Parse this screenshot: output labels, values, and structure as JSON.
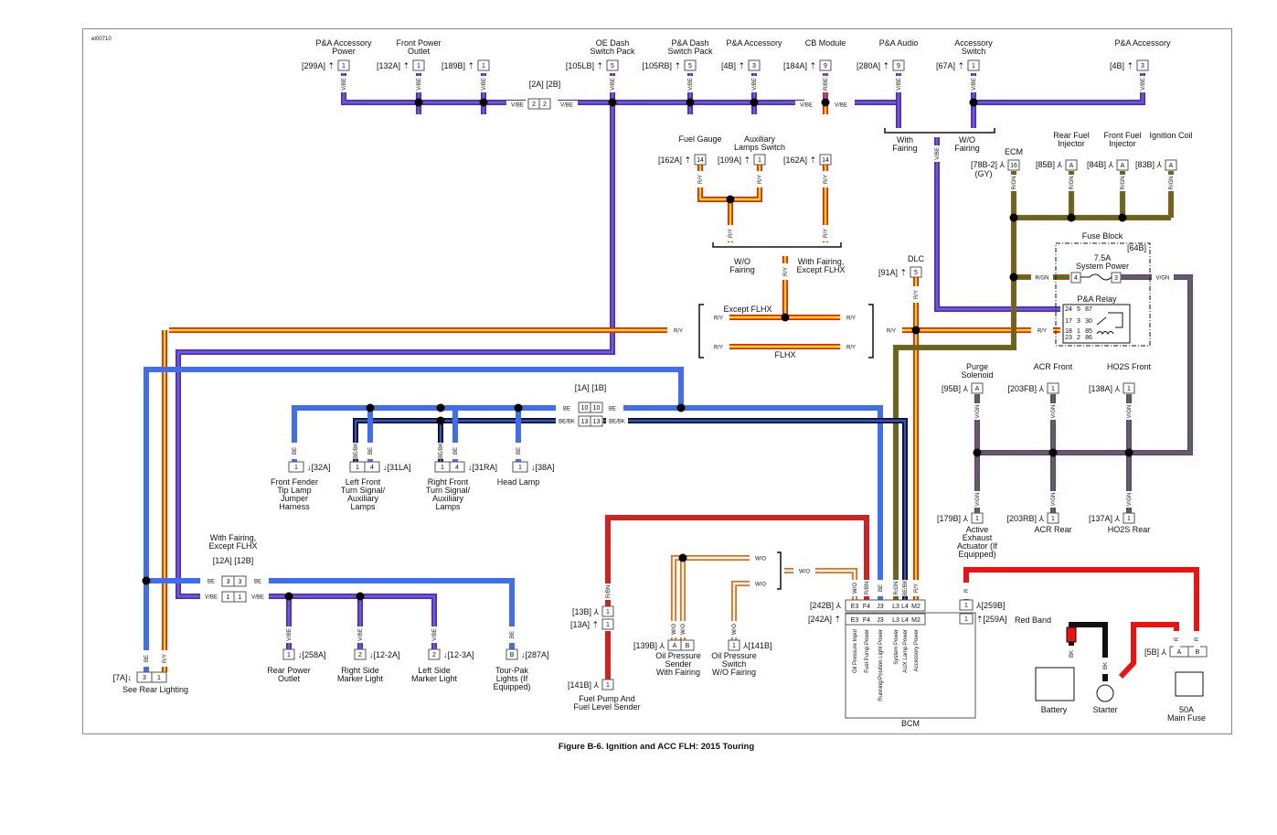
{
  "figure_id": "et00710",
  "caption": "Figure B-6. Ignition and ACC FLH: 2015 Touring",
  "wire_colors": {
    "V/BE": {
      "outer": "#7a1fa2",
      "inner": "#3f6ff0"
    },
    "R/Y": {
      "outer": "#ee1c1c",
      "inner": "#ffe600"
    },
    "R/GN": {
      "outer": "#c0441b",
      "inner": "#1a8a1a"
    },
    "V/GN": {
      "outer": "#8e2a9e",
      "inner": "#2a8a2a"
    },
    "BE": {
      "outer": "#3f6ff0",
      "inner": "#3f6ff0"
    },
    "BE/BK": {
      "outer": "#111111",
      "inner": "#2a55d8"
    },
    "R/BN": {
      "outer": "#d42020",
      "inner": "#d42020"
    },
    "W/O": {
      "outer": "#ee6a10",
      "inner": "#ffffff"
    },
    "R": {
      "outer": "#ee1111",
      "inner": "#ee1111"
    },
    "BK": {
      "outer": "#111111",
      "inner": "#111111"
    }
  },
  "top_connectors": [
    {
      "name": "P&A Accessory Power",
      "ref": "[299A]",
      "pin": "1",
      "wire": "V/BE"
    },
    {
      "name": "Front Power Outlet",
      "ref": "[132A]",
      "pin": "1",
      "wire": "V/BE"
    },
    {
      "name": "",
      "ref": "[189B]",
      "pin": "1",
      "wire": "V/BE"
    },
    {
      "name": "OE Dash Switch Pack",
      "ref": "[105LB]",
      "pin": "5",
      "wire": "V/BE"
    },
    {
      "name": "P&A Dash Switch Pack",
      "ref": "[105RB]",
      "pin": "5",
      "wire": "V/BE"
    },
    {
      "name": "P&A Accessory",
      "ref": "[4B]",
      "pin": "3",
      "wire": "V/BE"
    },
    {
      "name": "CB Module",
      "ref": "[184A]",
      "pin": "9",
      "wire": "R/BE"
    },
    {
      "name": "P&A Audio",
      "ref": "[280A]",
      "pin": "9",
      "wire": "V/BE"
    },
    {
      "name": "Accessory Switch",
      "ref": "[67A]",
      "pin": "1",
      "wire": "V/BE"
    },
    {
      "name": "P&A Accessory",
      "ref": "[4B]",
      "pin": "3",
      "wire": "V/BE"
    }
  ],
  "inline_2": {
    "refs": "[2A] [2B]",
    "pin": "2",
    "wire_left": "V/BE",
    "wire_right": "V/BE"
  },
  "fairing_split": {
    "with": "With Fairing",
    "without": "W/O Fairing",
    "wire": "V/BE"
  },
  "fuel_group": [
    {
      "name": "Fuel Gauge",
      "ref": "[162A]",
      "pin": "14",
      "wire": "R/Y"
    },
    {
      "name": "Auxiliary Lamps Switch",
      "ref": "[109A]",
      "pin": "1",
      "wire": "R/Y"
    },
    {
      "name": "",
      "ref": "[162A]",
      "pin": "14",
      "wire": "R/Y"
    }
  ],
  "fuel_split": {
    "without": "W/O Fairing",
    "with": "With Fairing, Except FLHX",
    "wire": "R/Y"
  },
  "flhx_block": {
    "top": "Except FLHX",
    "bottom": "FLHX",
    "wire": "R/Y"
  },
  "dlc": {
    "name": "DLC",
    "ref": "[91A]",
    "pin": "5",
    "wire": "R/Y"
  },
  "ecm_group": [
    {
      "name": "ECM",
      "ref": "[78B-2]",
      "sub": "(GY)",
      "pin": "16",
      "wire": "R/GN"
    },
    {
      "name": "Rear Fuel Injector",
      "ref": "[85B]",
      "pin": "A",
      "wire": "R/GN"
    },
    {
      "name": "Front Fuel Injector",
      "ref": "[84B]",
      "pin": "A",
      "wire": "R/GN"
    },
    {
      "name": "Ignition Coil",
      "ref": "[83B]",
      "pin": "A",
      "wire": "R/GN"
    }
  ],
  "fuse_block": {
    "title": "Fuse Block",
    "ref": "[64B]",
    "fuse_rating": "7.5A",
    "fuse_name": "System Power",
    "fuse_pins": [
      "4",
      "3"
    ],
    "wire_in": "R/GN",
    "wire_out": "V/GN",
    "relay_title": "P&A Relay",
    "relay_pins_a": [
      "24",
      "17",
      "18",
      "23"
    ],
    "relay_pins_b": [
      "5",
      "3",
      "1",
      "2"
    ],
    "relay_pins_c": [
      "87",
      "30",
      "85",
      "86"
    ],
    "relay_wire_1": "V/BE",
    "relay_wire_2": "R/Y"
  },
  "vgn_group": [
    {
      "name": "Purge Solenoid",
      "ref": "[95B]",
      "pin": "A",
      "wire": "V/GN"
    },
    {
      "name": "ACR Front",
      "ref": "[203FB]",
      "pin": "1",
      "wire": "V/GN"
    },
    {
      "name": "HO2S Front",
      "ref": "[138A]",
      "pin": "1",
      "wire": "V/GN"
    },
    {
      "name": "Active Exhaust Actuator (If Equipped)",
      "ref": "[179B]",
      "pin": "1",
      "wire": "V/GN"
    },
    {
      "name": "ACR Rear",
      "ref": "[203RB]",
      "pin": "1",
      "wire": "V/GN"
    },
    {
      "name": "HO2S Rear",
      "ref": "[137A]",
      "pin": "1",
      "wire": "V/GN"
    }
  ],
  "inline_1": {
    "refs": "[1A] [1B]",
    "pins": [
      "10",
      "13"
    ],
    "wires": [
      "BE",
      "BE/BK"
    ]
  },
  "lamp_group": [
    {
      "name": "Front Fender Tip Lamp Jumper Harness",
      "ref": "[32A]",
      "pins": [
        "1"
      ],
      "wires": [
        "BE"
      ]
    },
    {
      "name": "Left Front Turn Signal/ Auxiliary Lamps",
      "ref": "[31LA]",
      "pins": [
        "1",
        "4"
      ],
      "wires": [
        "BE/BK",
        "BE"
      ]
    },
    {
      "name": "Right Front Turn Signal/ Auxiliary Lamps",
      "ref": "[31RA]",
      "pins": [
        "1",
        "4"
      ],
      "wires": [
        "BE/BK",
        "BE"
      ]
    },
    {
      "name": "Head Lamp",
      "ref": "[38A]",
      "pins": [
        "1"
      ],
      "wires": [
        "BE"
      ]
    }
  ],
  "inline_12": {
    "label": "With Fairing, Except FLHX",
    "refs": "[12A] [12B]",
    "pins": [
      "3",
      "1"
    ],
    "wires": [
      "BE",
      "V/BE"
    ]
  },
  "rear_group": [
    {
      "name": "Rear Power Outlet",
      "ref": "[258A]",
      "pin": "1",
      "wire": "V/BE"
    },
    {
      "name": "Right Side Marker Light",
      "ref": "[12-2A]",
      "pin": "2",
      "wire": "V/BE"
    },
    {
      "name": "Left Side Marker Light",
      "ref": "[12-3A]",
      "pin": "2",
      "wire": "V/BE"
    },
    {
      "name": "Tour-Pak Lights (If Equipped)",
      "ref": "[287A]",
      "pin": "B",
      "wire": "BE"
    }
  ],
  "rear_lighting": {
    "ref": "[7A]",
    "pins": [
      "3",
      "1"
    ],
    "wires": [
      "BE",
      "R/Y"
    ],
    "label": "See Rear Lighting"
  },
  "fuel_pump": {
    "refs": [
      "[13B]",
      "[13A]",
      "[141B]"
    ],
    "pin": "1",
    "wire": "R/BN",
    "name": "Fuel Pump And Fuel Level Sender"
  },
  "oil_sender": {
    "ref": "[139B]",
    "pins": [
      "A",
      "B"
    ],
    "wire": "W/O",
    "name": "Oil Pressure Sender With Fairing"
  },
  "oil_switch": {
    "ref": "[141B]",
    "pin": "1",
    "wire": "W/O",
    "name": "Oil Pressure Switch W/O Fairing"
  },
  "bcm": {
    "name": "BCM",
    "refs": [
      "[242B]",
      "[242A]"
    ],
    "pins": [
      "E3",
      "F4",
      "J3",
      "L3",
      "L4",
      "M2"
    ],
    "wires": [
      "W/O",
      "R/BN",
      "BE",
      "R/GN",
      "BE/BK",
      "R/Y"
    ],
    "functions": [
      "Oil Pressure Input",
      "Fuel Pump Power",
      "Running/Position Light Power",
      "System Power",
      "AUX Lamp Power",
      "Accessory Power"
    ],
    "power_refs": [
      "[259B]",
      "[259A]"
    ],
    "power_pin": "1",
    "power_wire": "R"
  },
  "battery": {
    "name": "Battery",
    "band_label": "Red Band",
    "wire": "BK"
  },
  "starter": {
    "name": "Starter",
    "wires": [
      "BK",
      "R"
    ]
  },
  "main_fuse": {
    "ref": "[5B]",
    "pins": [
      "A",
      "B"
    ],
    "rating": "50A",
    "name": "Main Fuse",
    "wire": "R"
  }
}
